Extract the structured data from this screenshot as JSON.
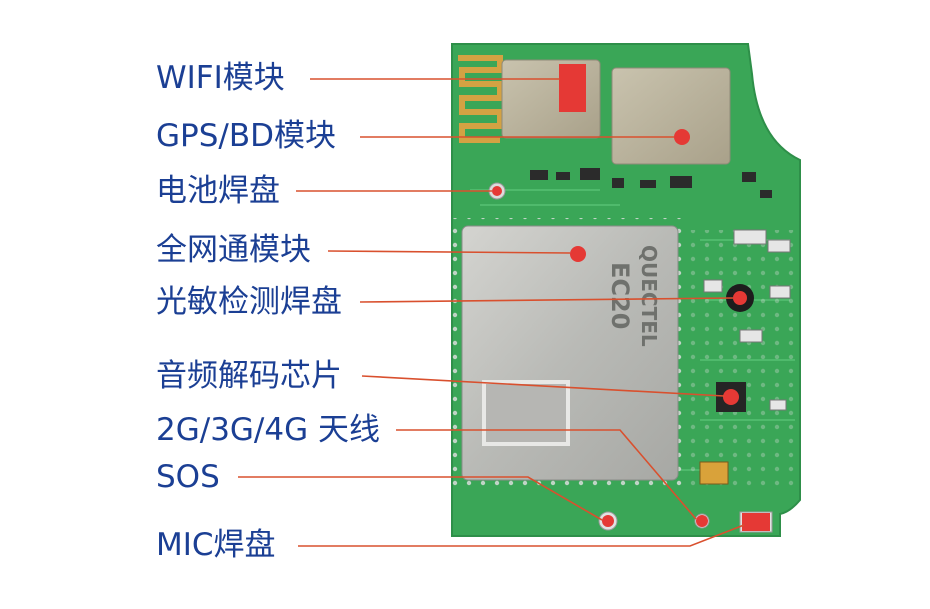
{
  "labels": [
    "WIFI模块",
    "GPS/BD模块",
    "电池焊盘",
    "全网通模块",
    "光敏检测焊盘",
    "音频解码芯片",
    "2G/3G/4G 天线",
    "SOS",
    "MIC焊盘"
  ],
  "board": {
    "lte_module_text": "EC20",
    "lte_brand_text": "QUECTEL"
  },
  "colors": {
    "label_text": "#1b3f94",
    "leader_line": "#d9502e",
    "marker": "#e53935",
    "pcb": "#3aa657"
  }
}
